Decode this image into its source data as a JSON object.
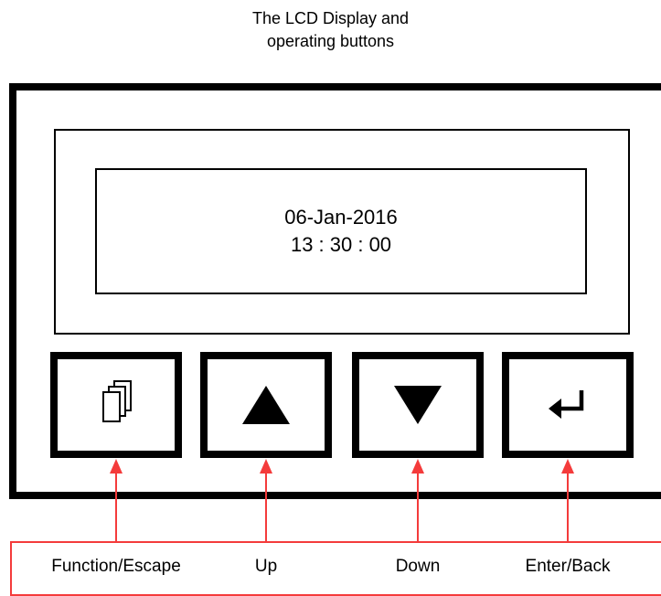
{
  "title": {
    "line1": "The LCD Display and",
    "line2": "operating buttons"
  },
  "lcd": {
    "date": "06-Jan-2016",
    "time": "13 : 30 : 00"
  },
  "buttons": [
    {
      "icon": "pages-icon",
      "label": "Function/Escape"
    },
    {
      "icon": "up-triangle-icon",
      "label": "Up"
    },
    {
      "icon": "down-triangle-icon",
      "label": "Down"
    },
    {
      "icon": "enter-arrow-icon",
      "label": "Enter/Back"
    }
  ],
  "colors": {
    "outline": "#000000",
    "callout": "#f43b3b",
    "background": "#ffffff"
  }
}
